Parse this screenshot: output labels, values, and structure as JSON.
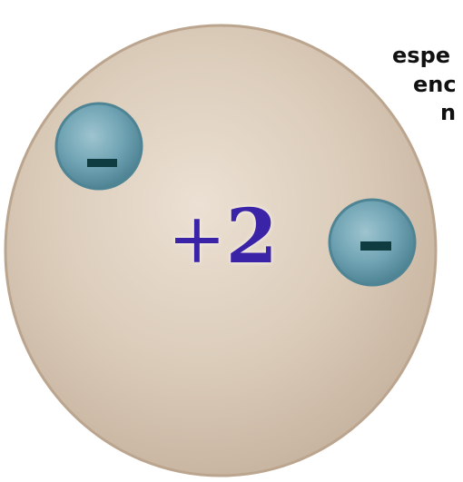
{
  "diagram": {
    "nucleus_charge": {
      "sign": "+",
      "value": "2"
    },
    "electrons": [
      {
        "label": "-"
      },
      {
        "label": "-"
      }
    ],
    "caption_lines": [
      "espe",
      "enc",
      "n"
    ]
  },
  "colors": {
    "nucleus": "#d9c9b6",
    "nucleus_edge": "#bba58f",
    "electron": "#6fa3b3",
    "electron_edge": "#4f8494",
    "minus": "#0e3c40",
    "charge_text": "#3b23a8",
    "caption_text": "#111111"
  },
  "icons": {
    "electron": "electron-circle-icon",
    "nucleus": "nucleus-sphere-icon"
  }
}
